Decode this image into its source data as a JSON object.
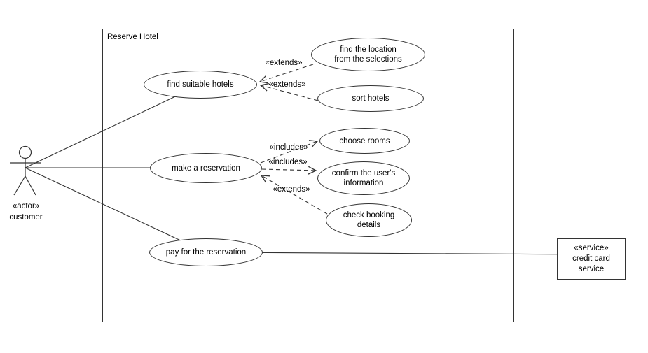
{
  "diagram": {
    "system_title": "Reserve Hotel",
    "actor": {
      "stereotype": "«actor»",
      "name": "customer"
    },
    "nodes": {
      "find_suitable_hotels": {
        "lines": [
          "find suitable hotels"
        ]
      },
      "find_location_from_selections": {
        "lines": [
          "find the location",
          "from the selections"
        ]
      },
      "sort_hotels": {
        "lines": [
          "sort hotels"
        ]
      },
      "make_a_reservation": {
        "lines": [
          "make a reservation"
        ]
      },
      "choose_rooms": {
        "lines": [
          "choose rooms"
        ]
      },
      "confirm_users_information": {
        "lines": [
          "confirm the user's",
          "information"
        ]
      },
      "check_booking_details": {
        "lines": [
          "check booking",
          "details"
        ]
      },
      "pay_for_reservation": {
        "lines": [
          "pay for the reservation"
        ]
      },
      "credit_card_service": {
        "lines": [
          "«service»",
          "credit card",
          "service"
        ]
      }
    },
    "relations": [
      {
        "label": "«extends»",
        "from": "find_location_from_selections",
        "to": "find_suitable_hotels"
      },
      {
        "label": "«extends»",
        "from": "sort_hotels",
        "to": "find_suitable_hotels"
      },
      {
        "label": "«includes»",
        "from": "make_a_reservation",
        "to": "choose_rooms"
      },
      {
        "label": "«includes»",
        "from": "make_a_reservation",
        "to": "confirm_users_information"
      },
      {
        "label": "«extends»",
        "from": "check_booking_details",
        "to": "make_a_reservation"
      }
    ],
    "associations": [
      {
        "from": "customer",
        "to": "find_suitable_hotels"
      },
      {
        "from": "customer",
        "to": "make_a_reservation"
      },
      {
        "from": "customer",
        "to": "pay_for_reservation"
      },
      {
        "from": "pay_for_reservation",
        "to": "credit_card_service"
      }
    ],
    "colors": {
      "stroke": "#333333",
      "text": "#000000",
      "background": "#ffffff"
    }
  }
}
